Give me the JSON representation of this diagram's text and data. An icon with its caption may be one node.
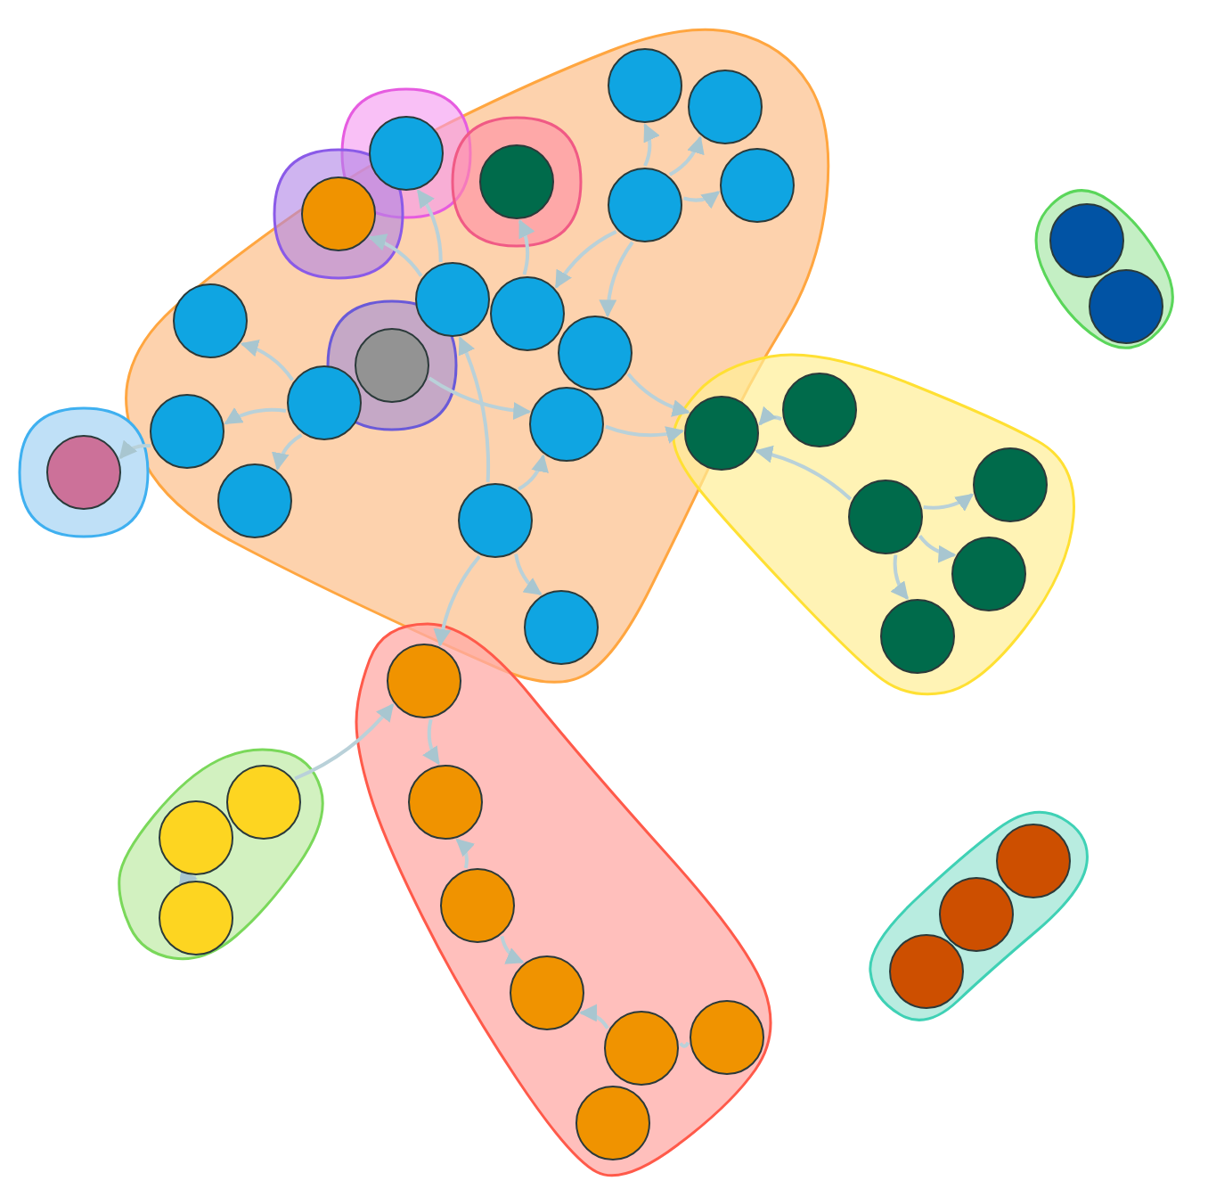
{
  "diagram": {
    "nodes": [
      {
        "text": [],
        "shape": "blob"
      },
      {
        "text": [],
        "shape": "blob",
        "in": 0
      },
      {
        "text": [],
        "shape": "circle",
        "in": 1
      },
      {
        "text": [],
        "shape": "blob",
        "in": 0
      },
      {
        "text": [],
        "shape": "circle",
        "in": 3
      },
      {
        "text": [],
        "shape": "blob",
        "in": 0
      },
      {
        "text": [],
        "shape": "circle",
        "in": 5
      },
      {
        "text": [],
        "shape": "circle",
        "in": 0
      },
      {
        "text": [],
        "shape": "circle",
        "in": 0
      },
      {
        "text": [],
        "shape": "circle",
        "in": 0
      },
      {
        "text": [],
        "shape": "circle",
        "in": 0
      },
      {
        "text": [],
        "shape": "circle",
        "in": 0
      },
      {
        "text": [],
        "shape": "circle",
        "in": 0
      },
      {
        "text": [],
        "shape": "circle",
        "in": 0
      },
      {
        "text": [],
        "shape": "blob",
        "in": 0
      },
      {
        "text": [],
        "shape": "circle",
        "in": 14
      },
      {
        "text": [],
        "shape": "circle",
        "in": 0
      },
      {
        "text": [],
        "shape": "circle",
        "in": 0
      },
      {
        "text": [],
        "shape": "circle",
        "in": 0
      },
      {
        "text": [],
        "shape": "circle",
        "in": 0
      },
      {
        "text": [],
        "shape": "circle",
        "in": 0
      },
      {
        "text": [],
        "shape": "circle",
        "in": 0
      },
      {
        "text": [],
        "shape": "circle",
        "in": 0
      },
      {
        "text": [],
        "shape": "blob"
      },
      {
        "text": [],
        "shape": "circle",
        "in": 23
      },
      {
        "text": [],
        "shape": "blob"
      },
      {
        "text": [],
        "shape": "circle",
        "in": 25
      },
      {
        "text": [],
        "shape": "circle",
        "in": 25
      },
      {
        "text": [],
        "shape": "blob"
      },
      {
        "text": [],
        "shape": "circle"
      },
      {
        "text": [],
        "shape": "circle",
        "in": 28
      },
      {
        "text": [],
        "shape": "circle",
        "in": 28
      },
      {
        "text": [],
        "shape": "circle",
        "in": 28
      },
      {
        "text": [],
        "shape": "circle",
        "in": 28
      },
      {
        "text": [],
        "shape": "circle",
        "in": 28
      },
      {
        "text": [],
        "shape": "blob"
      },
      {
        "text": [],
        "shape": "circle",
        "in": 35
      },
      {
        "text": [],
        "shape": "circle",
        "in": 35
      },
      {
        "text": [],
        "shape": "circle",
        "in": 35
      },
      {
        "text": [],
        "shape": "circle",
        "in": 35
      },
      {
        "text": [],
        "shape": "circle",
        "in": 35
      },
      {
        "text": [],
        "shape": "circle",
        "in": 35
      },
      {
        "text": [],
        "shape": "circle",
        "in": 35
      },
      {
        "text": [],
        "shape": "blob"
      },
      {
        "text": [],
        "shape": "circle",
        "in": 43
      },
      {
        "text": [],
        "shape": "circle",
        "in": 43
      },
      {
        "text": [],
        "shape": "circle",
        "in": 43
      },
      {
        "text": [],
        "shape": "blob"
      },
      {
        "text": [],
        "shape": "circle",
        "in": 47
      },
      {
        "text": [],
        "shape": "circle",
        "in": 47
      },
      {
        "text": [],
        "shape": "circle",
        "in": 47
      }
    ],
    "edges": [
      {
        "from": 10,
        "to": 7,
        "arrow": "to"
      },
      {
        "from": 10,
        "to": 8,
        "arrow": "to"
      },
      {
        "from": 10,
        "to": 9,
        "arrow": "to"
      },
      {
        "from": 10,
        "to": 13,
        "arrow": "to"
      },
      {
        "from": 10,
        "to": 16,
        "arrow": "to"
      },
      {
        "from": 13,
        "to": 6,
        "arrow": "to"
      },
      {
        "from": 12,
        "to": 2,
        "arrow": "to"
      },
      {
        "from": 12,
        "to": 4,
        "arrow": "to"
      },
      {
        "from": 17,
        "to": 11,
        "arrow": "to"
      },
      {
        "from": 17,
        "to": 19,
        "arrow": "to"
      },
      {
        "from": 17,
        "to": 20,
        "arrow": "to"
      },
      {
        "from": 19,
        "to": 24,
        "arrow": "to"
      },
      {
        "from": 21,
        "to": 22,
        "arrow": "to"
      },
      {
        "from": 21,
        "to": 36,
        "arrow": "to"
      },
      {
        "from": 21,
        "to": 18,
        "arrow": "to"
      },
      {
        "from": 21,
        "to": 12,
        "arrow": "to"
      },
      {
        "from": 15,
        "to": 18,
        "arrow": "to"
      },
      {
        "from": 16,
        "to": 29,
        "arrow": "to"
      },
      {
        "from": 18,
        "to": 29,
        "arrow": "to"
      },
      {
        "from": 30,
        "to": 29,
        "arrow": "to"
      },
      {
        "from": 31,
        "to": 29,
        "arrow": "to"
      },
      {
        "from": 31,
        "to": 32,
        "arrow": "to"
      },
      {
        "from": 31,
        "to": 33,
        "arrow": "to"
      },
      {
        "from": 31,
        "to": 34,
        "arrow": "to"
      },
      {
        "from": 36,
        "to": 37,
        "arrow": "to"
      },
      {
        "from": 38,
        "to": 37,
        "arrow": "to"
      },
      {
        "from": 38,
        "to": 39,
        "arrow": "to"
      },
      {
        "from": 41,
        "to": 39,
        "arrow": "to"
      },
      {
        "from": 41,
        "to": 40,
        "arrow": "none"
      },
      {
        "from": 44,
        "to": 36,
        "arrow": "to"
      },
      {
        "from": 45,
        "to": 46,
        "arrow": "to"
      }
    ]
  }
}
